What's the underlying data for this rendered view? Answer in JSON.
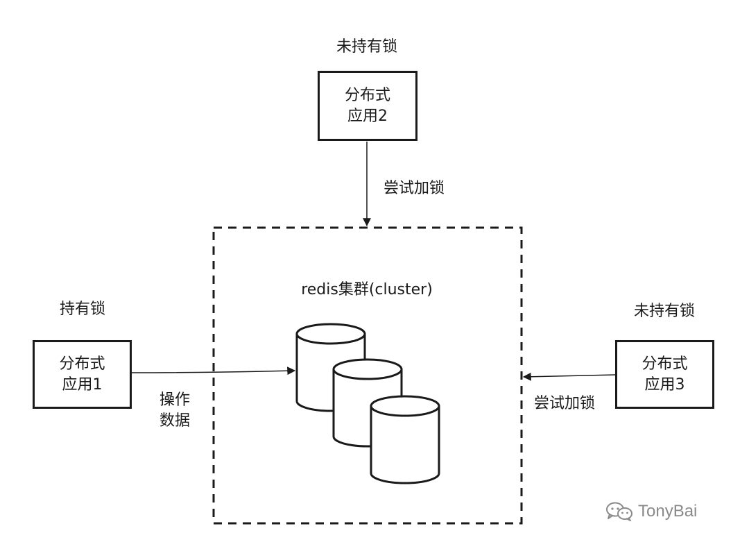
{
  "cluster": {
    "title": "redis集群(cluster)"
  },
  "app1": {
    "line1": "分布式",
    "line2": "应用1",
    "status": "持有锁",
    "edge_label_line1": "操作",
    "edge_label_line2": "数据"
  },
  "app2": {
    "line1": "分布式",
    "line2": "应用2",
    "status": "未持有锁",
    "edge_label": "尝试加锁"
  },
  "app3": {
    "line1": "分布式",
    "line2": "应用3",
    "status": "未持有锁",
    "edge_label": "尝试加锁"
  },
  "watermark": {
    "text": "TonyBai",
    "icon": "wechat-icon"
  },
  "colors": {
    "stroke": "#1a1a1a",
    "watermark": "#8a8a8a"
  }
}
